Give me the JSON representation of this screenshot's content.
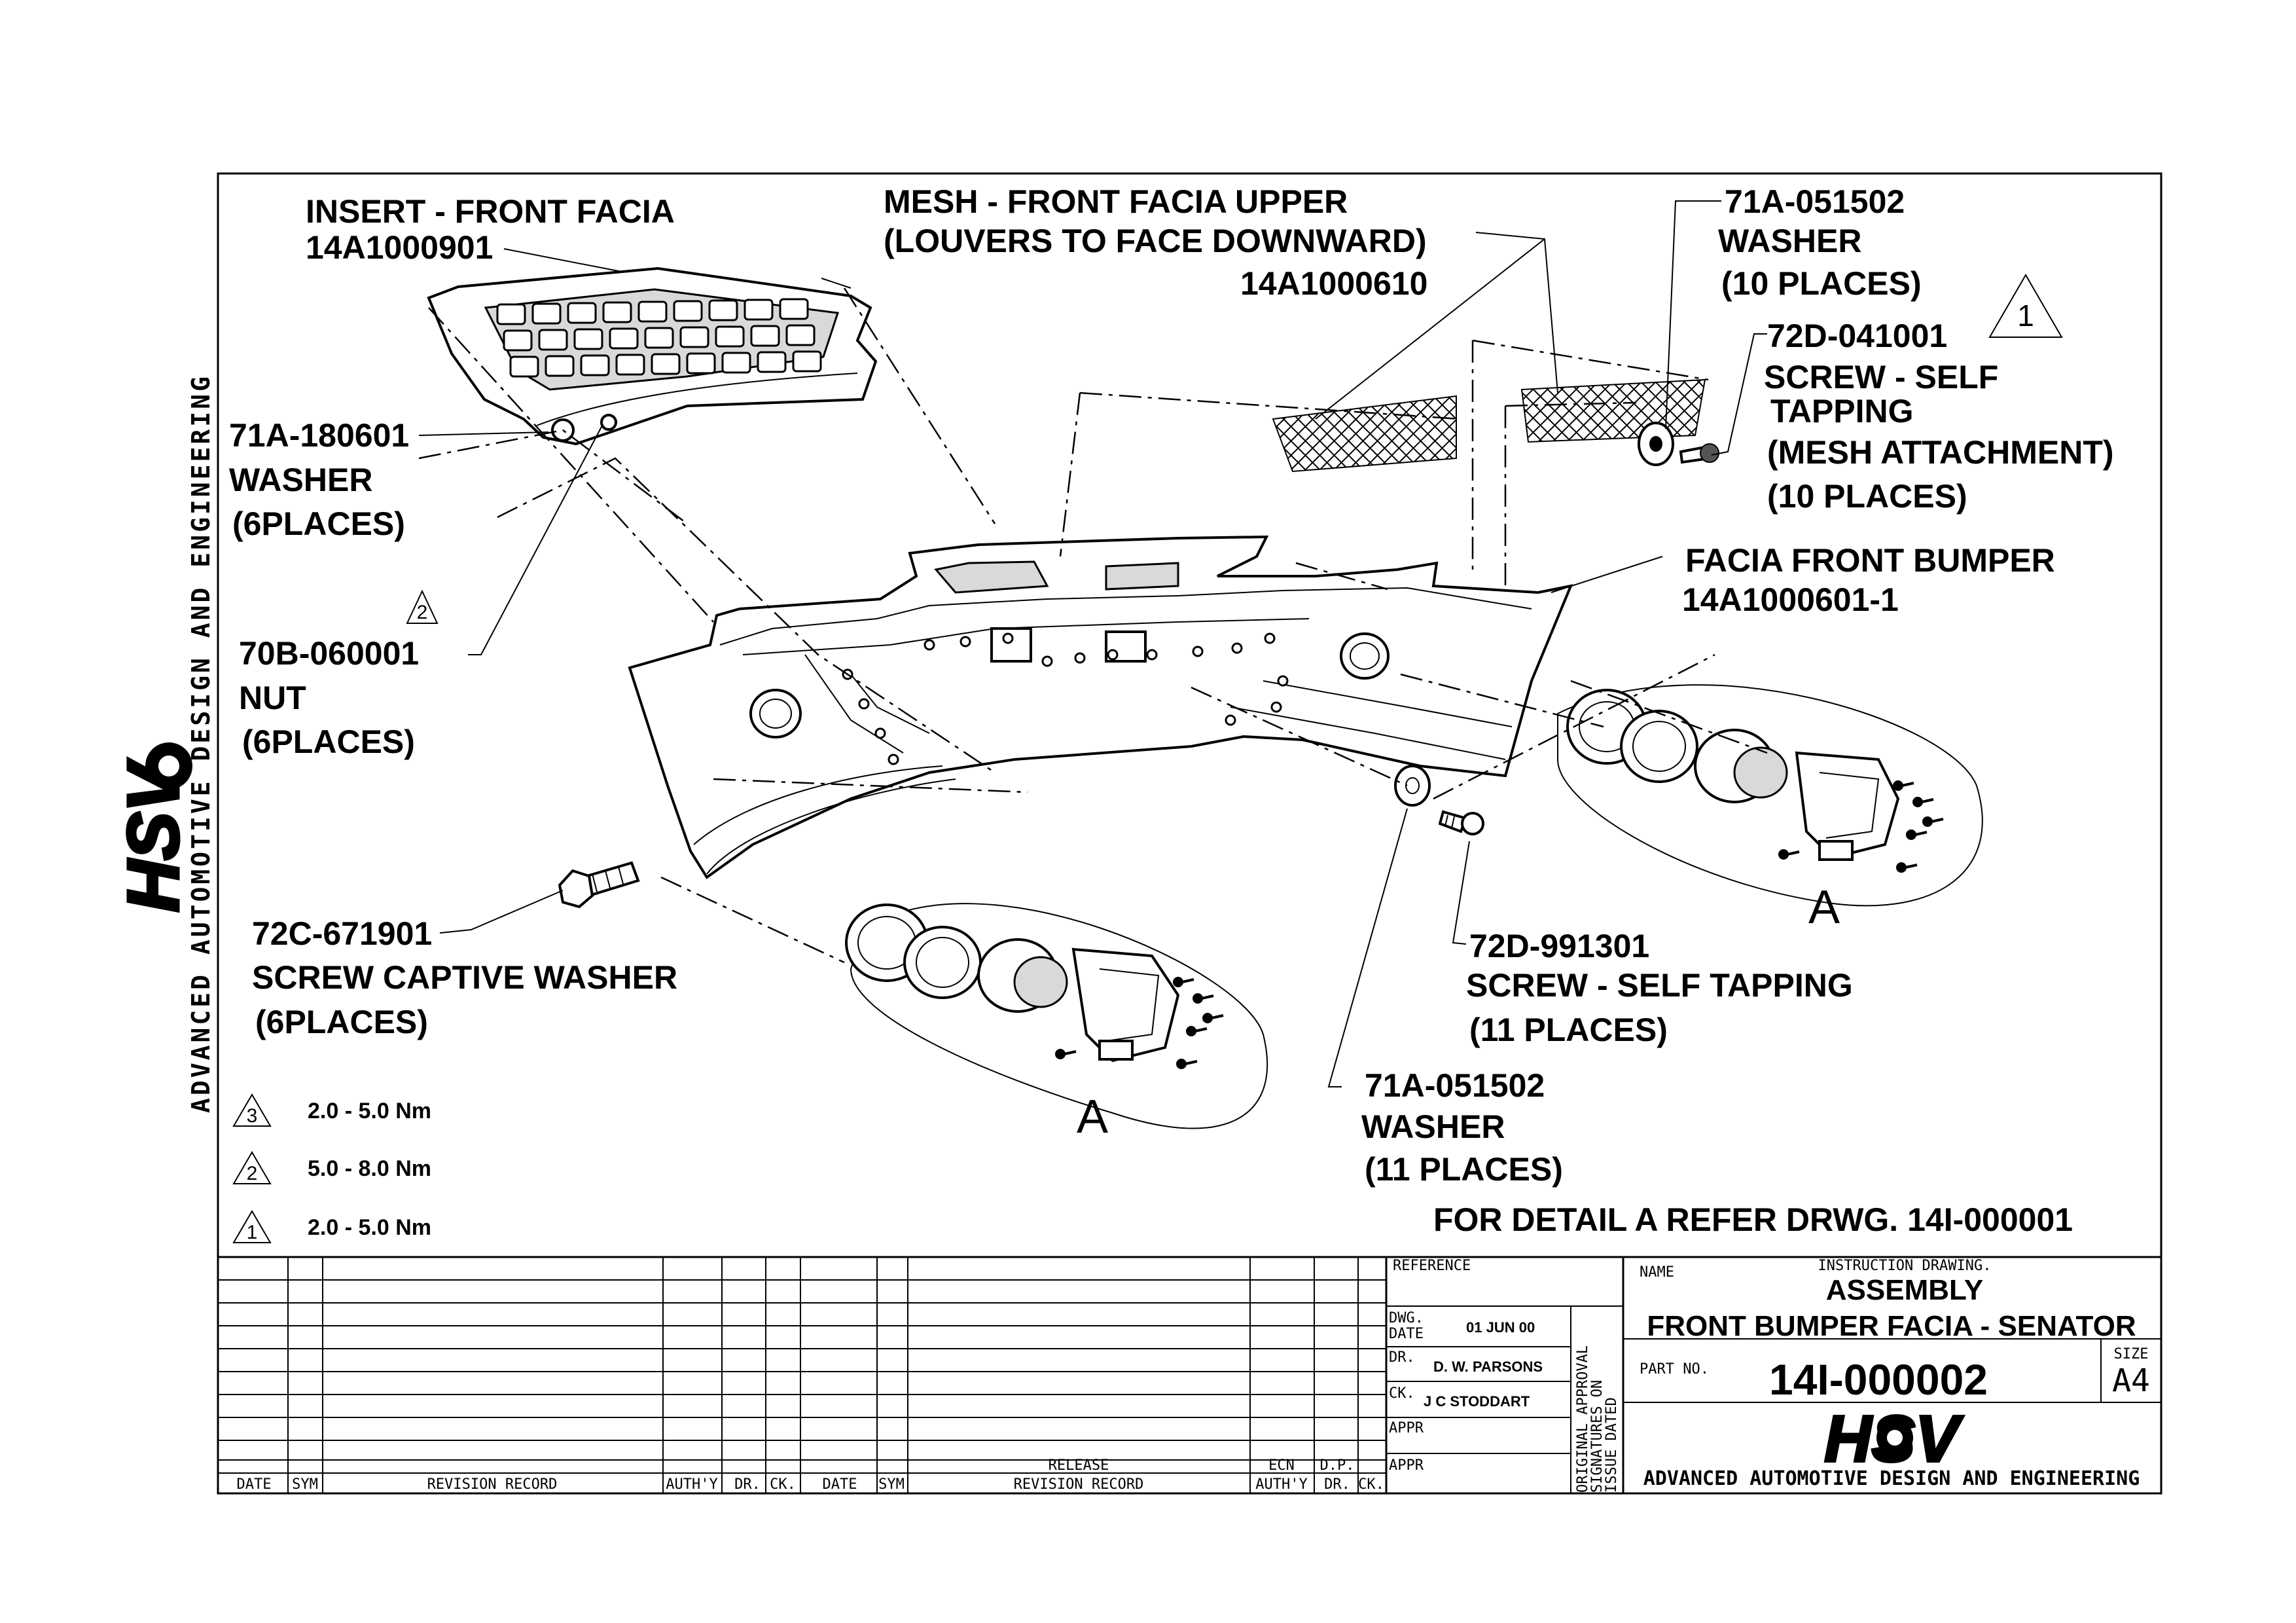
{
  "labels": {
    "insert_title": "INSERT - FRONT FACIA",
    "insert_part": "14A1000901",
    "mesh_title": "MESH - FRONT FACIA UPPER",
    "mesh_note": "(LOUVERS TO FACE DOWNWARD)",
    "mesh_part": "14A1000610",
    "washer_top_part": "71A-051502",
    "washer_top_name": "WASHER",
    "washer_top_qty": "(10 PLACES)",
    "screw_mesh_part": "72D-041001",
    "screw_mesh_name1": "SCREW - SELF",
    "screw_mesh_name2": "TAPPING",
    "screw_mesh_note": "(MESH ATTACHMENT)",
    "screw_mesh_qty": "(10 PLACES)",
    "washer_left_part": "71A-180601",
    "washer_left_name": "WASHER",
    "washer_left_qty": "(6PLACES)",
    "nut_part": "70B-060001",
    "nut_name": "NUT",
    "nut_qty": "(6PLACES)",
    "facia_title": "FACIA FRONT BUMPER",
    "facia_part": "14A1000601-1",
    "screw_captive_part": "72C-671901",
    "screw_captive_name": "SCREW CAPTIVE WASHER",
    "screw_captive_qty": "(6PLACES)",
    "screw_self_part": "72D-991301",
    "screw_self_name": "SCREW - SELF  TAPPING",
    "screw_self_qty": "(11 PLACES)",
    "washer_bottom_part": "71A-051502",
    "washer_bottom_name": "WASHER",
    "washer_bottom_qty": "(11 PLACES)",
    "detail_a_left": "A",
    "detail_a_right": "A",
    "detail_note": "FOR DETAIL A REFER DRWG. 14I-000001",
    "callout_1": "1",
    "callout_2": "2"
  },
  "torque": [
    {
      "num": "3",
      "value": "2.0 - 5.0  Nm"
    },
    {
      "num": "2",
      "value": "5.0 - 8.0  Nm"
    },
    {
      "num": "1",
      "value": "2.0 - 5.0  Nm"
    }
  ],
  "sidebar": {
    "company": "ADVANCED AUTOMOTIVE DESIGN AND ENGINEERING",
    "logo": "HSV"
  },
  "title_block": {
    "reference_label": "REFERENCE",
    "dwg_date_label1": "DWG.",
    "dwg_date_label2": "DATE",
    "dwg_date": "01 JUN 00",
    "dr_label": "DR.",
    "dr_name": "D. W. PARSONS",
    "ck_label": "CK.",
    "ck_name": "J C STODDART",
    "appr_label1": "APPR",
    "appr_label2": "APPR",
    "approval_note1": "ORIGINAL APPROVAL",
    "approval_note2": "SIGNATURES ON",
    "approval_note3": "ISSUE DATED",
    "name_label": "NAME",
    "drawing_type": "INSTRUCTION DRAWING.",
    "title1": "ASSEMBLY",
    "title2": "FRONT BUMPER FACIA  - SENATOR",
    "part_no_label": "PART NO.",
    "part_no": "14I-000002",
    "size_label": "SIZE",
    "size": "A4",
    "logo": "HSV",
    "company": "ADVANCED AUTOMOTIVE DESIGN AND ENGINEERING"
  },
  "revision_headers": {
    "date": "DATE",
    "sym": "SYM",
    "revision_record": "REVISION RECORD",
    "auth": "AUTH'Y",
    "dr": "DR.",
    "ck": "CK.",
    "date2": "DATE",
    "sym2": "SYM",
    "release": "RELEASE",
    "revision_record2": "REVISION RECORD",
    "ecn": "ECN",
    "auth2": "AUTH'Y",
    "dp": "D.P.",
    "dr2": "DR.",
    "ck2": "CK."
  }
}
